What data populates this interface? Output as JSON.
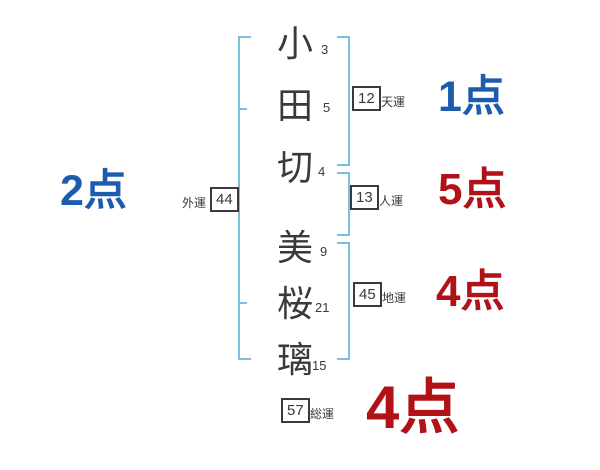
{
  "name_chars": [
    {
      "char": "小",
      "strokes": "3"
    },
    {
      "char": "田",
      "strokes": "5"
    },
    {
      "char": "切",
      "strokes": "4"
    },
    {
      "char": "美",
      "strokes": "9"
    },
    {
      "char": "桜",
      "strokes": "21"
    },
    {
      "char": "璃",
      "strokes": "15"
    }
  ],
  "fortunes": {
    "ten": {
      "label": "天運",
      "value": "12",
      "score": "1点",
      "score_color": "blue"
    },
    "jin": {
      "label": "人運",
      "value": "13",
      "score": "5点",
      "score_color": "red"
    },
    "chi": {
      "label": "地運",
      "value": "45",
      "score": "4点",
      "score_color": "red"
    },
    "gai": {
      "label": "外運",
      "value": "44",
      "score": "2点",
      "score_color": "blue"
    },
    "sou": {
      "label": "総運",
      "value": "57",
      "score": "4点",
      "score_color": "red"
    }
  },
  "colors": {
    "blue": "#1d5cad",
    "red": "#b01217",
    "bracket": "#7cc0e0",
    "ink": "#3a3a3a"
  }
}
